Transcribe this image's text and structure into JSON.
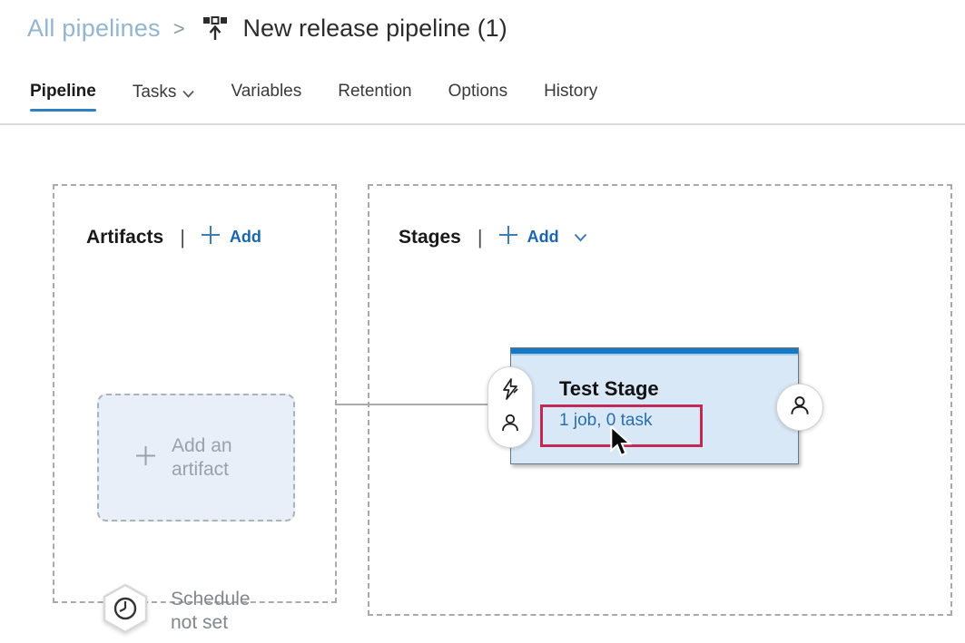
{
  "breadcrumb": {
    "parent": "All pipelines",
    "separator": ">",
    "current": "New release pipeline (1)"
  },
  "tabs": [
    {
      "label": "Pipeline",
      "active": true
    },
    {
      "label": "Tasks",
      "dropdown": true
    },
    {
      "label": "Variables"
    },
    {
      "label": "Retention"
    },
    {
      "label": "Options"
    },
    {
      "label": "History"
    }
  ],
  "artifacts": {
    "title": "Artifacts",
    "separator": "|",
    "add_label": "Add",
    "placeholder_line1": "Add an",
    "placeholder_line2": "artifact",
    "schedule_line1": "Schedule",
    "schedule_line2": "not set"
  },
  "stages": {
    "title": "Stages",
    "separator": "|",
    "add_label": "Add",
    "stage": {
      "name": "Test Stage",
      "summary": "1 job, 0 task"
    }
  },
  "icons": [
    "release-pipeline-icon",
    "chevron-down-icon",
    "plus-icon",
    "lightning-icon",
    "person-icon",
    "clock-icon",
    "hexagon-badge",
    "mouse-cursor-icon"
  ],
  "colors": {
    "stage_bar_blue": "#1878c1",
    "stage_fill_blue": "#d9e8f7",
    "link_blue_bold": "#1a66ad",
    "job_link_blue": "#2a6fad",
    "annotation_red": "#c22a56",
    "breadcrumb_link": "#93b5d0",
    "tab_underline": "#2f80c3"
  }
}
